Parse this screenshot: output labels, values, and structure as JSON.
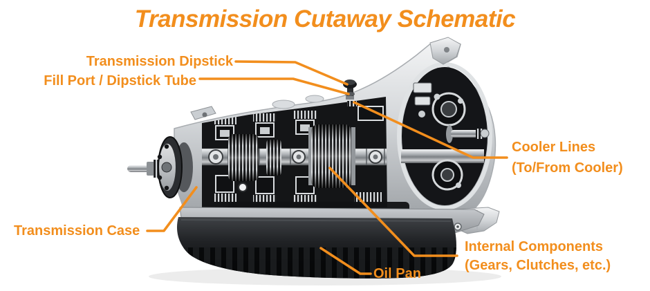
{
  "title": "Transmission Cutaway Schematic",
  "colors": {
    "accent": "#F28E1D"
  },
  "labels": [
    {
      "id": "transmission-dipstick",
      "lines": [
        "Transmission Dipstick"
      ]
    },
    {
      "id": "fill-port-dipstick-tube",
      "lines": [
        "Fill Port / Dipstick Tube"
      ]
    },
    {
      "id": "cooler-lines",
      "lines": [
        "Cooler Lines",
        "(To/From Cooler)"
      ]
    },
    {
      "id": "transmission-case",
      "lines": [
        "Transmission Case"
      ]
    },
    {
      "id": "internal-components",
      "lines": [
        "Internal Components",
        "(Gears, Clutches, etc.)"
      ]
    },
    {
      "id": "oil-pan",
      "lines": [
        "Oil Pan"
      ]
    }
  ]
}
